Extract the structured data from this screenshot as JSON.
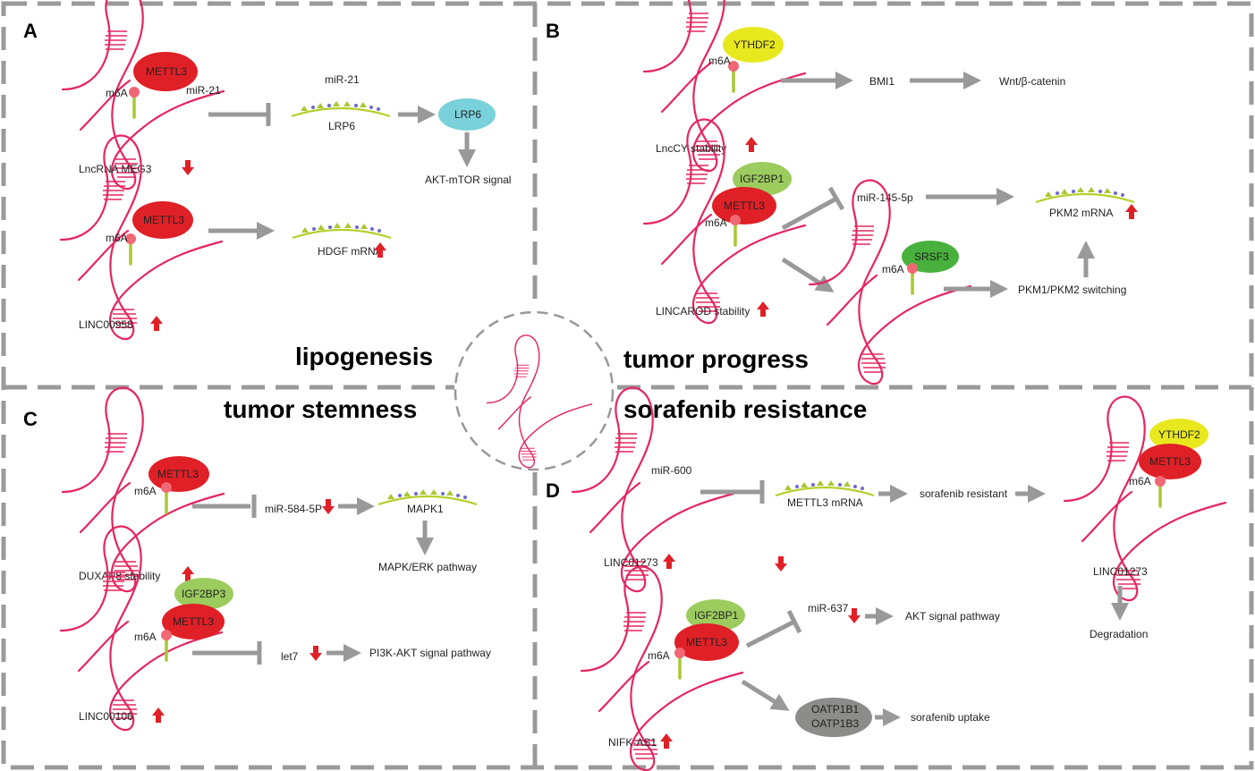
{
  "colors": {
    "rna": "#e5265f",
    "mettl3": "#e02027",
    "ythdf2": "#e8e81f",
    "igf2bp": "#9ccb5e",
    "srsf3": "#48b03c",
    "lrp6": "#79d1db",
    "oatp": "#8c8c8a",
    "mirna": "#5cb82c",
    "arrow": "#999999",
    "updown": "#e02027",
    "frame": "#9a9a9a"
  },
  "themes": {
    "lipogenesis": "lipogenesis",
    "tumor_progress": "tumor progress",
    "tumor_stemness": "tumor stemness",
    "sorafenib_resistance": "sorafenib resistance"
  },
  "panels": {
    "A": {
      "letter": "A",
      "meg3_label": "LncRNA MEG3",
      "mettl3": "METTL3",
      "m6a": "m6A",
      "mir21": "miR-21",
      "mir21_top": "miR-21",
      "lrp6_label": "LRP6",
      "lrp6_protein": "LRP6",
      "akt_mtor": "AKT-mTOR signal",
      "mettl3_b": "METTL3",
      "m6a_b": "m6A",
      "hdgf": "HDGF mRNA",
      "linc00958": "LINC00958"
    },
    "B": {
      "letter": "B",
      "ythdf2": "YTHDF2",
      "m6a": "m6A",
      "bmi1": "BMI1",
      "wnt": "Wnt/β-catenin",
      "lnccy": "LncCY stability",
      "igf2bp1": "IGF2BP1",
      "mettl3": "METTL3",
      "m6a_b": "m6A",
      "mir145": "miR-145-5p",
      "pkm2": "PKM2 mRNA",
      "srsf3": "SRSF3",
      "m6a_c": "m6A",
      "pkm_switch": "PKM1/PKM2 switching",
      "lincarod": "LINCAROD stability"
    },
    "C": {
      "letter": "C",
      "mettl3": "METTL3",
      "m6a": "m6A",
      "mir584": "miR-584-5P",
      "mapk1": "MAPK1",
      "mapk_erk": "MAPK/ERK pathway",
      "duxap8": "DUXAP8 stability",
      "igf2bp3": "IGF2BP3",
      "mettl3_b": "METTL3",
      "m6a_b": "m6A",
      "let7": "let7",
      "pi3k": "PI3K-AKT signal pathway",
      "linc00106": "LINC00106"
    },
    "D": {
      "letter": "D",
      "mir600": "miR-600",
      "mettl3_mrna": "METTL3 mRNA",
      "soraf_res": "sorafenib resistant",
      "ythdf2": "YTHDF2",
      "mettl3": "METTL3",
      "m6a": "m6A",
      "linc01273": "LINC01273",
      "linc01273_b": "LINC01273",
      "degradation": "Degradation",
      "igf2bp1": "IGF2BP1",
      "mettl3_b": "METTL3",
      "m6a_b": "m6A",
      "mir637": "miR-637",
      "akt": "AKT signal pathway",
      "oatp1": "OATP1B1",
      "oatp2": "OATP1B3",
      "uptake": "sorafenib uptake",
      "nifk": "NIFK-AS1"
    }
  }
}
